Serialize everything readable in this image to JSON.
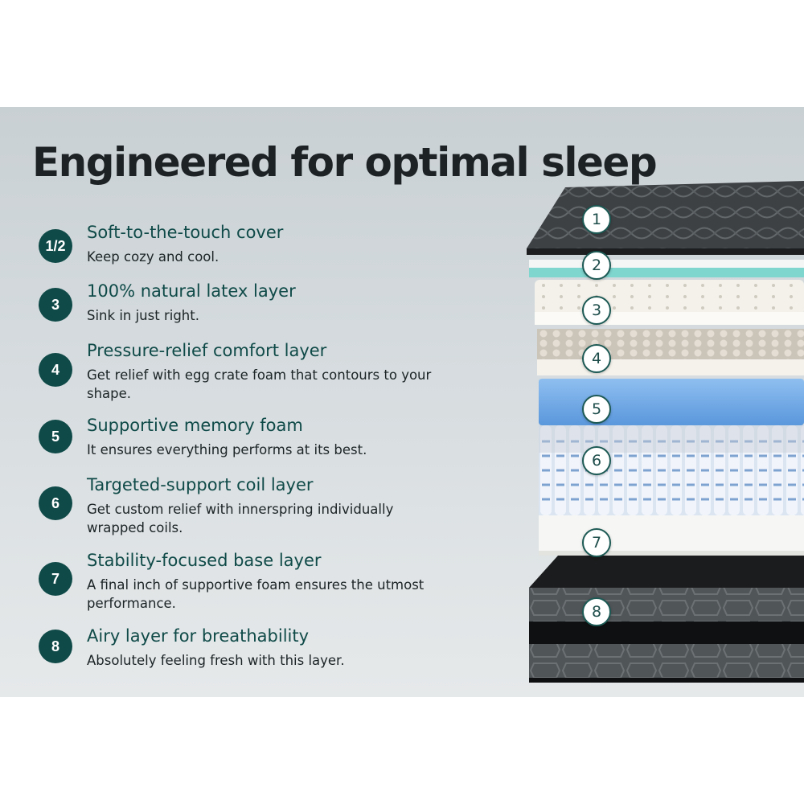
{
  "title": "Engineered for optimal sleep",
  "features": [
    {
      "badge": "1/2",
      "title": "Soft-to-the-touch cover",
      "desc": "Keep cozy and cool."
    },
    {
      "badge": "3",
      "title": "100% natural latex layer",
      "desc": "Sink in just right."
    },
    {
      "badge": "4",
      "title": "Pressure-relief comfort layer",
      "desc": "Get relief with egg crate foam that contours to your shape."
    },
    {
      "badge": "5",
      "title": "Supportive memory foam",
      "desc": "It ensures everything performs at its best."
    },
    {
      "badge": "6",
      "title": "Targeted-support coil layer",
      "desc": "Get custom relief with innerspring individually wrapped coils."
    },
    {
      "badge": "7",
      "title": "Stability-focused base layer",
      "desc": "A final inch of supportive foam ensures the utmost performance."
    },
    {
      "badge": "8",
      "title": "Airy layer for breathability",
      "desc": "Absolutely feeling fresh with this layer."
    }
  ],
  "layer_numbers": [
    "1",
    "2",
    "3",
    "4",
    "5",
    "6",
    "7",
    "8"
  ],
  "colors": {
    "accent": "#0f4a48",
    "gel_layer": "#7fd6cf",
    "memory_foam": "#6aa7e6"
  }
}
